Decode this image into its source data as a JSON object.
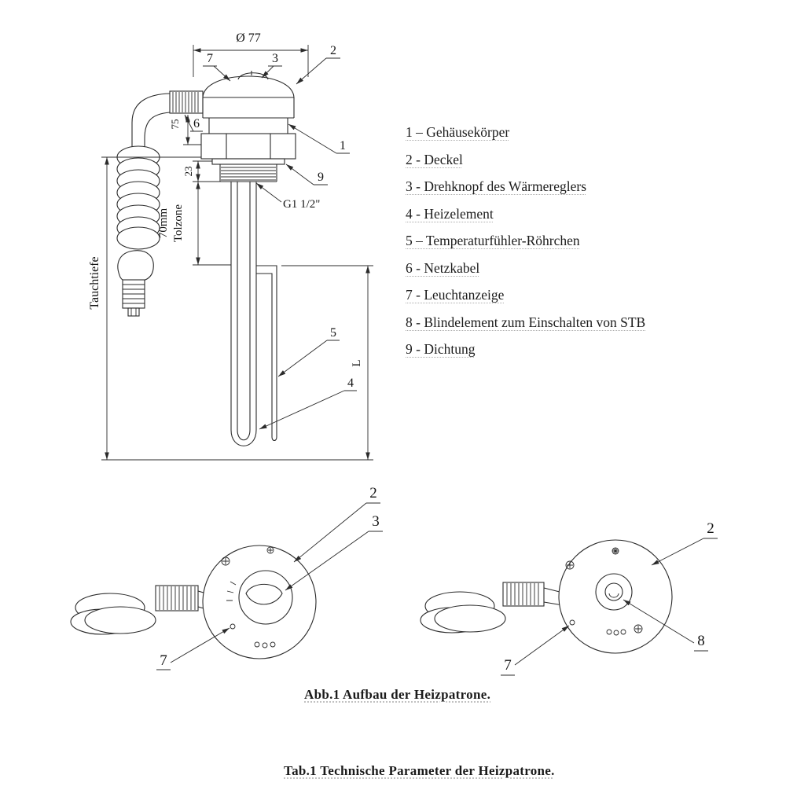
{
  "page": {
    "figure_caption": "Abb.1 Aufbau der Heizpatrone.",
    "table_caption": "Tab.1 Technische Parameter der Heizpatrone."
  },
  "legend": {
    "items": [
      "1 – Gehäusekörper",
      "2 - Deckel",
      "3 - Drehknopf des Wärmereglers",
      "4 - Heizelement",
      "5 – Temperaturfühler-Röhrchen",
      "6 - Netzkabel",
      "7 - Leuchtanzeige",
      "8 - Blindelement zum Einschalten von STB",
      "9 - Dichtung"
    ]
  },
  "dims": {
    "diameter": "Ø 77",
    "gland_height": "75",
    "thread_length": "23",
    "tolerance_value": "70mm",
    "tolerance_label": "Tolzone",
    "immersion_depth": "Tauchtiefe",
    "thread_size": "G1 1/2\"",
    "element_length": "L"
  },
  "callouts": {
    "main": {
      "indicator": "7",
      "knob": "3",
      "cover": "2",
      "cable": "6",
      "body": "1",
      "seal": "9",
      "sensor": "5",
      "element": "4"
    },
    "front_left": {
      "cover": "2",
      "knob": "3",
      "indicator": "7"
    },
    "front_right": {
      "cover": "2",
      "blind": "8",
      "indicator": "7"
    }
  }
}
